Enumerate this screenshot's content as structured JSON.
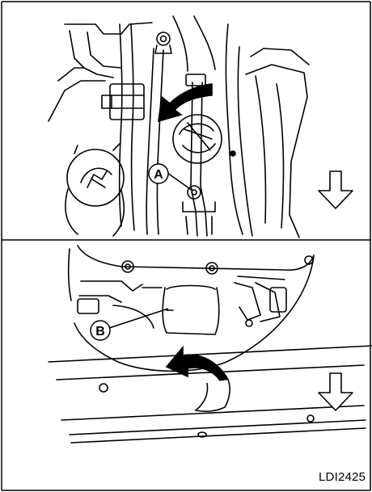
{
  "figure": {
    "reference_code": "LDI2425",
    "callouts": [
      {
        "id": "A",
        "label": "A"
      },
      {
        "id": "B",
        "label": "B"
      }
    ],
    "panels": [
      {
        "id": "top",
        "caption": ""
      },
      {
        "id": "bottom",
        "caption": ""
      }
    ]
  },
  "colors": {
    "line": "#000000",
    "background": "#ffffff",
    "border": "#000000"
  }
}
